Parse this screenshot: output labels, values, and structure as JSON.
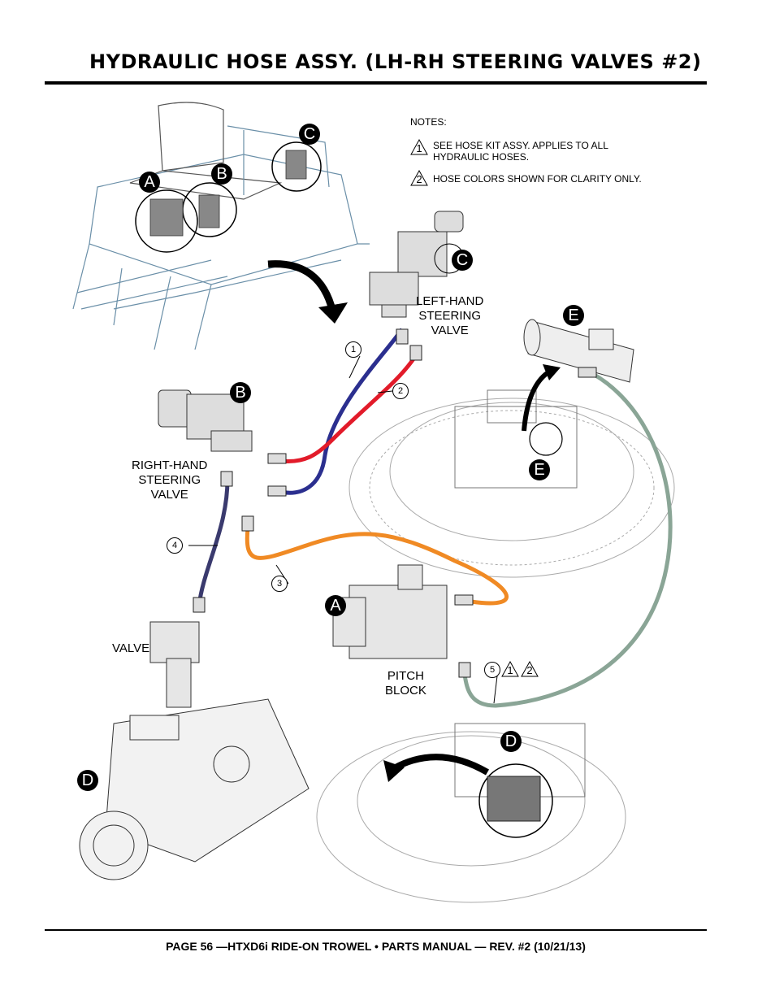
{
  "header": {
    "title": "HYDRAULIC HOSE ASSY. (LH-RH STEERING VALVES #2)"
  },
  "notes": {
    "heading": "NOTES:",
    "items": [
      {
        "marker": "1",
        "text_line1": "SEE HOSE KIT ASSY.  APPLIES TO ALL",
        "text_line2": "HYDRAULIC HOSES."
      },
      {
        "marker": "2",
        "text_line1": "HOSE COLORS SHOWN FOR CLARITY ONLY."
      }
    ]
  },
  "labels": {
    "left_hand_valve": [
      "LEFT-HAND",
      "STEERING",
      "VALVE"
    ],
    "right_hand_valve": [
      "RIGHT-HAND",
      "STEERING",
      "VALVE"
    ],
    "valve": "VALVE",
    "pitch_block": [
      "PITCH",
      "BLOCK"
    ]
  },
  "callouts": [
    "A",
    "B",
    "C",
    "D",
    "E"
  ],
  "hose_numbers": [
    "1",
    "2",
    "3",
    "4",
    "5"
  ],
  "hose_colors": {
    "hose1": "#2b2f8f",
    "hose2": "#e21b2a",
    "hose3": "#f08a24",
    "hose4": "#3a3a6e",
    "hose5": "#8aa596"
  },
  "footer": {
    "text": "PAGE 56 —HTXD6i RIDE-ON TROWEL • PARTS MANUAL — REV. #2 (10/21/13)"
  }
}
